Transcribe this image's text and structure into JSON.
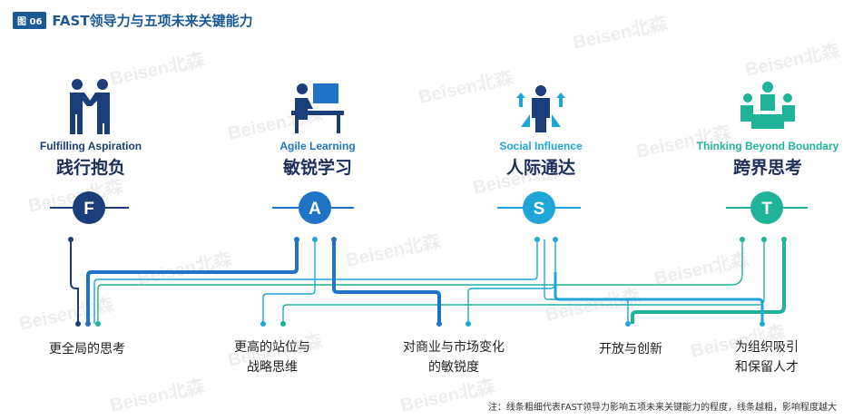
{
  "header": {
    "badge": "图 06",
    "title": "FAST领导力与五项未来关键能力"
  },
  "watermark": "Beisen北森",
  "colors": {
    "navy": "#1b3e7a",
    "blue": "#1f74c6",
    "cyan": "#1fa6d9",
    "teal": "#1fb39a"
  },
  "pillars": [
    {
      "en": "Fulfilling Aspiration",
      "zh": "践行抱负",
      "letter": "F",
      "color": "#1b3e7a",
      "icon": "handshake-icon"
    },
    {
      "en": "Agile Learning",
      "zh": "敏锐学习",
      "letter": "A",
      "color": "#1f74c6",
      "icon": "computer-worker-icon"
    },
    {
      "en": "Social Influence",
      "zh": "人际通达",
      "letter": "S",
      "color": "#1fa6d9",
      "icon": "influencer-icon"
    },
    {
      "en": "Thinking Beyond Boundary",
      "zh": "跨界思考",
      "letter": "T",
      "color": "#1fb39a",
      "icon": "team-meeting-icon"
    }
  ],
  "outcomes": [
    {
      "lines": [
        "更全局的思考"
      ]
    },
    {
      "lines": [
        "更高的站位与",
        "战略思维"
      ]
    },
    {
      "lines": [
        "对商业与市场变化",
        "的敏锐度"
      ]
    },
    {
      "lines": [
        "开放与创新"
      ]
    },
    {
      "lines": [
        "为组织吸引",
        "和保留人才"
      ]
    }
  ],
  "note": "注：线条粗细代表FAST领导力影响五项未来关键能力的程度，线条越粗，影响程度越大"
}
